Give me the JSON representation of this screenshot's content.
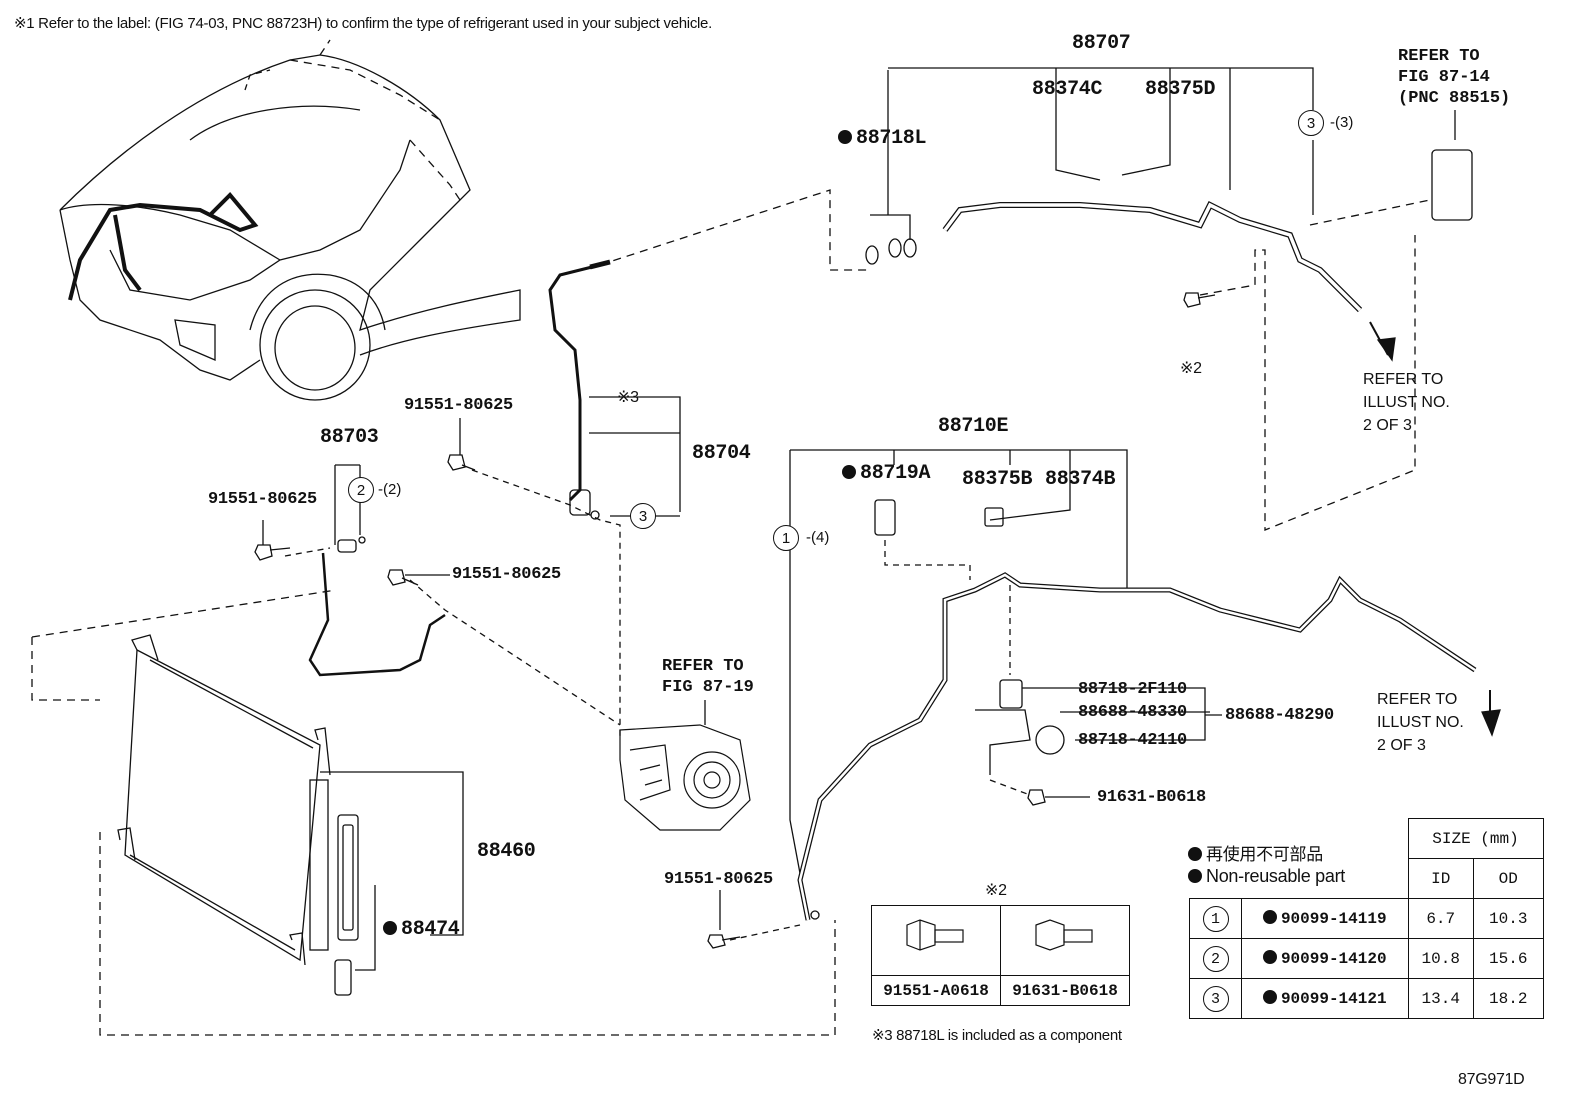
{
  "header_note": "※1 Refer to the label: (FIG 74-03, PNC 88723H) to confirm the type of refrigerant used in your subject vehicle.",
  "parts": {
    "p88707": "88707",
    "p88374C": "88374C",
    "p88375D": "88375D",
    "p88718L": "88718L",
    "p88703": "88703",
    "p88704": "88704",
    "p88710E": "88710E",
    "p88719A": "88719A",
    "p88375B": "88375B",
    "p88374B": "88374B",
    "p88460": "88460",
    "p88474": "88474",
    "b1": "91551-80625",
    "b2": "91551-80625",
    "b3": "91551-80625",
    "b4": "91551-80625",
    "p2F110": "88718-2F110",
    "p48330": "88688-48330",
    "p48290": "88688-48290",
    "p42110": "88718-42110",
    "pB0618": "91631-B0618"
  },
  "marks": {
    "note2": "※2",
    "note3": "※3",
    "note2_bolts": "※2"
  },
  "callouts": {
    "c3": "3",
    "c3s": "-(3)",
    "c2": "2",
    "c2s": "-(2)",
    "c1": "1",
    "c1s": "-(4)",
    "c3b": "3"
  },
  "refers": {
    "r1": "REFER TO\nFIG 87-14\n(PNC 88515)",
    "r2": "REFER TO\nILLUST NO.\n2 OF 3",
    "r3": "REFER TO\nFIG 87-19",
    "r4": "REFER TO\nILLUST NO.\n2 OF 3"
  },
  "legend": {
    "jp": "再使用不可部品",
    "en": "Non-reusable part"
  },
  "size_table": {
    "header": "SIZE (mm)",
    "id": "ID",
    "od": "OD",
    "rows": [
      {
        "no": "1",
        "part": "90099-14119",
        "id": "6.7",
        "od": "10.3"
      },
      {
        "no": "2",
        "part": "90099-14120",
        "id": "10.8",
        "od": "15.6"
      },
      {
        "no": "3",
        "part": "90099-14121",
        "id": "13.4",
        "od": "18.2"
      }
    ]
  },
  "bolts": {
    "a": "91551-A0618",
    "b": "91631-B0618"
  },
  "footnote3": "※3 88718L is included as a component",
  "figure_id": "87G971D"
}
